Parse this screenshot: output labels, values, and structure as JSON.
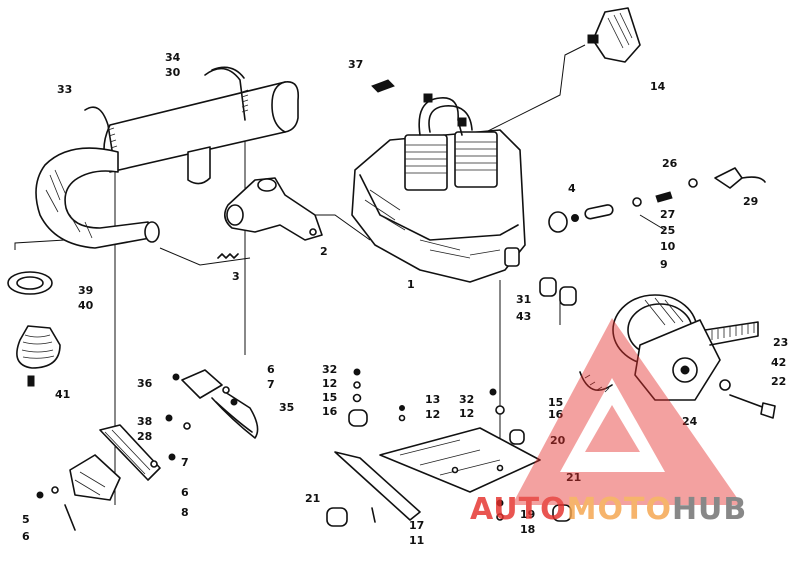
{
  "callouts": [
    {
      "n": "1"
    },
    {
      "n": "2"
    },
    {
      "n": "3"
    },
    {
      "n": "4"
    },
    {
      "n": "5"
    },
    {
      "n": "6"
    },
    {
      "n": "6"
    },
    {
      "n": "6"
    },
    {
      "n": "7"
    },
    {
      "n": "7"
    },
    {
      "n": "8"
    },
    {
      "n": "9"
    },
    {
      "n": "10"
    },
    {
      "n": "11"
    },
    {
      "n": "12"
    },
    {
      "n": "12"
    },
    {
      "n": "12"
    },
    {
      "n": "13"
    },
    {
      "n": "14"
    },
    {
      "n": "15"
    },
    {
      "n": "15"
    },
    {
      "n": "16"
    },
    {
      "n": "16"
    },
    {
      "n": "17"
    },
    {
      "n": "18"
    },
    {
      "n": "19"
    },
    {
      "n": "20"
    },
    {
      "n": "21"
    },
    {
      "n": "21"
    },
    {
      "n": "22"
    },
    {
      "n": "23"
    },
    {
      "n": "24"
    },
    {
      "n": "25"
    },
    {
      "n": "26"
    },
    {
      "n": "27"
    },
    {
      "n": "28"
    },
    {
      "n": "29"
    },
    {
      "n": "30"
    },
    {
      "n": "31"
    },
    {
      "n": "32"
    },
    {
      "n": "32"
    },
    {
      "n": "33"
    },
    {
      "n": "34"
    },
    {
      "n": "35"
    },
    {
      "n": "36"
    },
    {
      "n": "37"
    },
    {
      "n": "38"
    },
    {
      "n": "39"
    },
    {
      "n": "40"
    },
    {
      "n": "41"
    },
    {
      "n": "42"
    },
    {
      "n": "43"
    }
  ],
  "watermark": {
    "part1": "AUTO",
    "part2": "MOTO",
    "part3": "HUB",
    "color_red": "#e5302c",
    "color_orange": "#f5a44c",
    "color_gray": "#6f6f6f"
  }
}
